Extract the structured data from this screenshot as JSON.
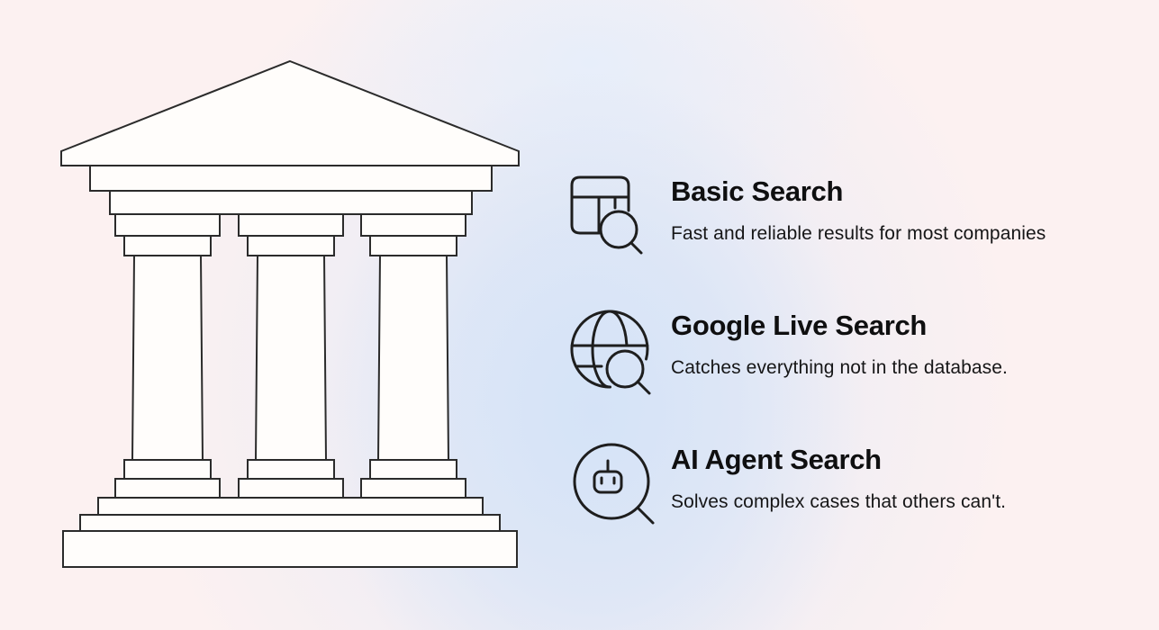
{
  "illustration": {
    "name": "greek-temple-line-drawing",
    "columns_count": 3,
    "fill_color": "#fffdfb",
    "stroke_color": "#2b2b2b"
  },
  "background": {
    "base_color": "#fcf1f1",
    "accent_color": "#d5e3f7"
  },
  "features": [
    {
      "icon": "table-search-icon",
      "title": "Basic Search",
      "description": "Fast and reliable results for most companies"
    },
    {
      "icon": "globe-search-icon",
      "title": "Google Live Search",
      "description": "Catches everything not in the database."
    },
    {
      "icon": "robot-search-icon",
      "title": "AI Agent Search",
      "description": "Solves complex cases that others can't."
    }
  ],
  "text_color": "#0f0f10"
}
